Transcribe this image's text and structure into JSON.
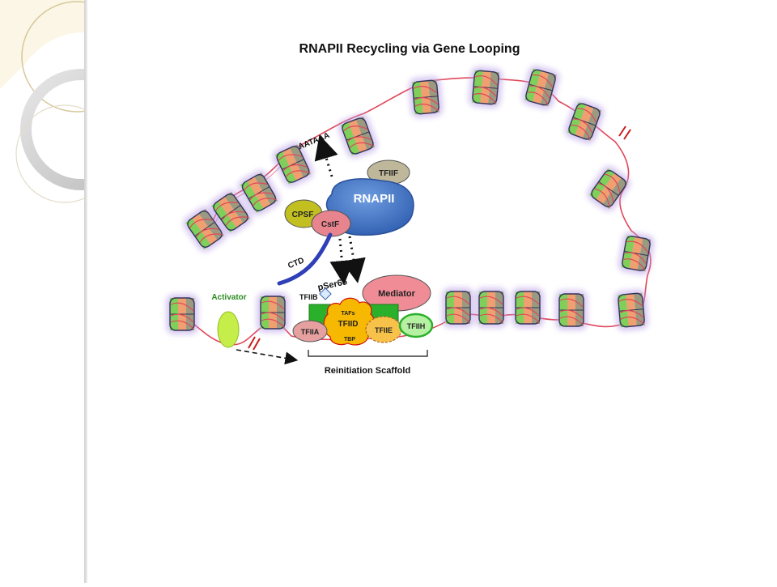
{
  "slide": {
    "title": "RNAPII Recycling via Gene Looping"
  },
  "diagram": {
    "labels": {
      "rnapii": "RNAPII",
      "tfiif": "TFIIF",
      "cpsf": "CPSF",
      "cstf": "CstF",
      "aataaa": "AATAAA",
      "ctd": "CTD",
      "pser65": "pSer65",
      "tfiib": "TFIIB",
      "mediator": "Mediator",
      "activator": "Activator",
      "tafs": "TAFs",
      "tfiid": "TFIID",
      "tbp": "TBP",
      "tfiia": "TFIIA",
      "tfiie": "TFIIE",
      "tfiih": "TFIIH",
      "scaffold": "Reinitiation Scaffold"
    },
    "colors": {
      "dna": "#e0475a",
      "rnapii": "#3f74c6",
      "tfiif": "#bfb79a",
      "cpsf": "#c2c021",
      "cstf": "#e8848e",
      "mediator": "#f08c96",
      "tfiid": "#f6b800",
      "tfiia": "#e6a0a0",
      "tfiie": "#f6c24a",
      "tfiih": "#b6f0a2",
      "activator": "#c6ee4a",
      "scaffold_green": "#2ab02a",
      "ctd": "#2f3fb8",
      "activator_text": "#2e8b22"
    }
  }
}
